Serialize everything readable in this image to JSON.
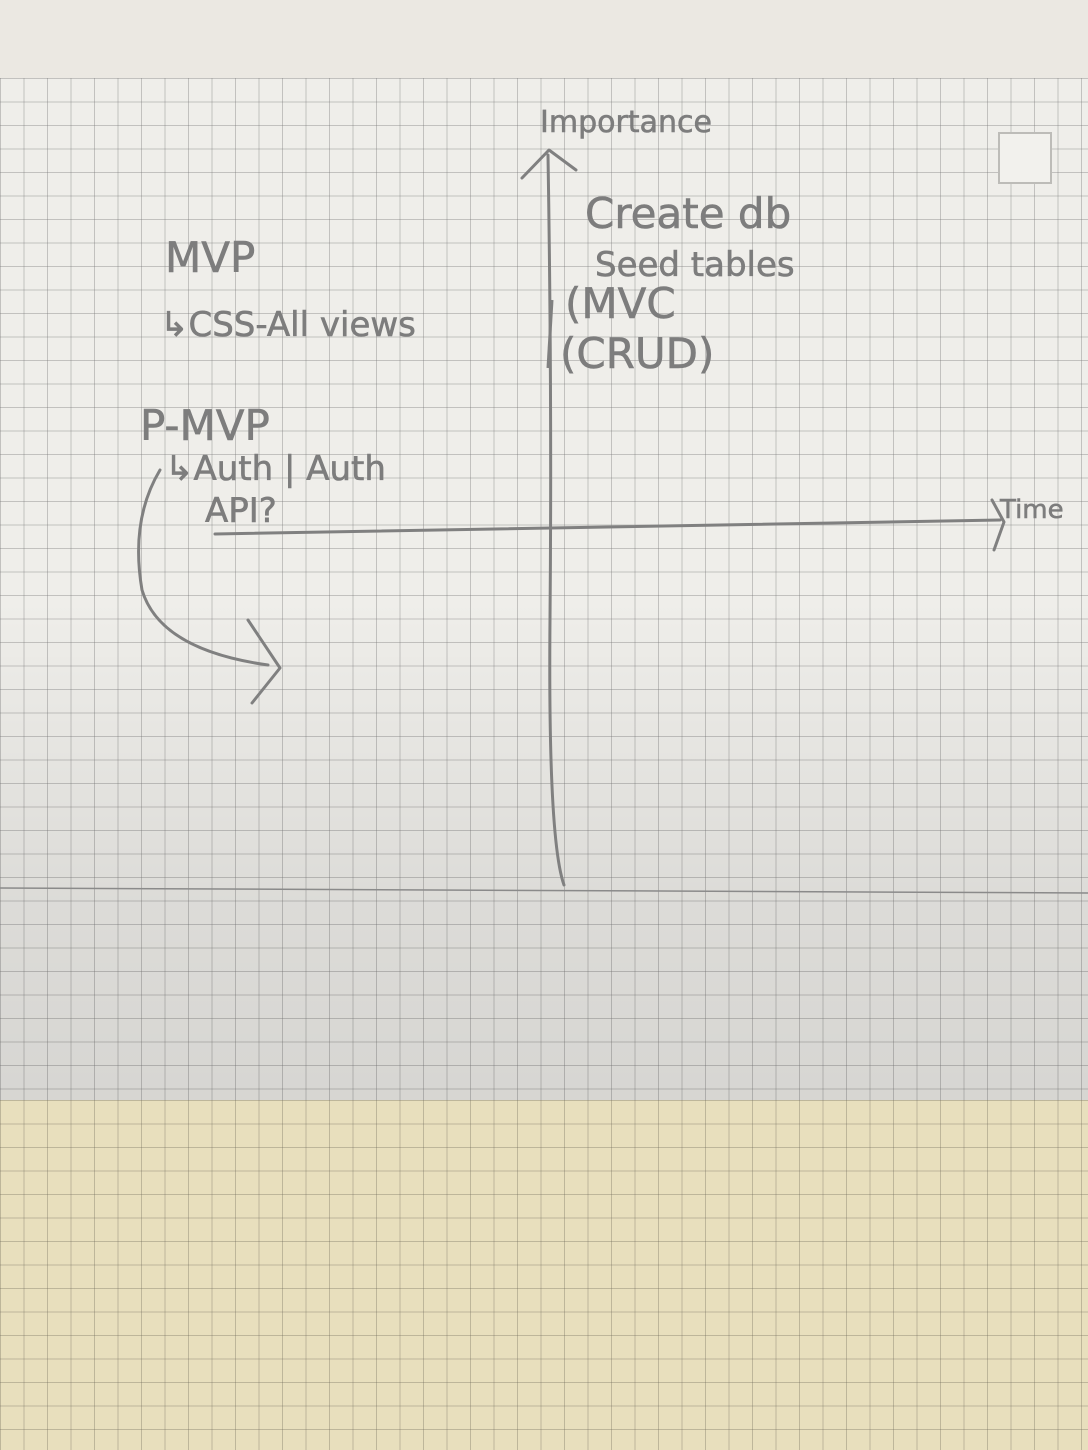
{
  "diagram": {
    "y_axis_label": "Importance",
    "x_axis_label": "Time",
    "notes": {
      "create_db": "Create db",
      "seed_tables": "Seed tables",
      "mvc": "(MVC",
      "crud": "(CRUD)",
      "mvp": "MVP",
      "css_all_views": "↳CSS-All views",
      "p_mvp": "P-MVP",
      "auth": "↳Auth | Auth",
      "api": "API?"
    },
    "ink_color": "#7d7d7d"
  }
}
